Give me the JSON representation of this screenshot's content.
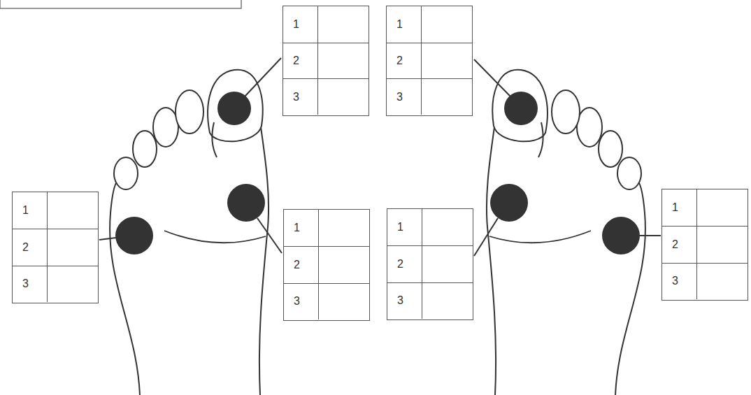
{
  "diagram": {
    "labels": [
      "1",
      "2",
      "3",
      "1",
      "2",
      "3",
      "1",
      "2",
      "3",
      "1",
      "2",
      "3",
      "1",
      "2",
      "3",
      "1",
      "2",
      "3"
    ]
  }
}
